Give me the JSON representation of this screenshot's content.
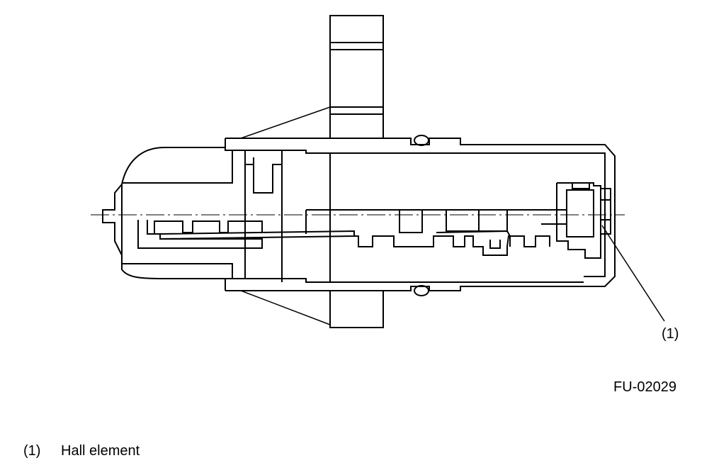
{
  "figure": {
    "code": "FU-02029",
    "callouts": [
      {
        "number": "(1)",
        "description": "Hall element"
      }
    ]
  }
}
